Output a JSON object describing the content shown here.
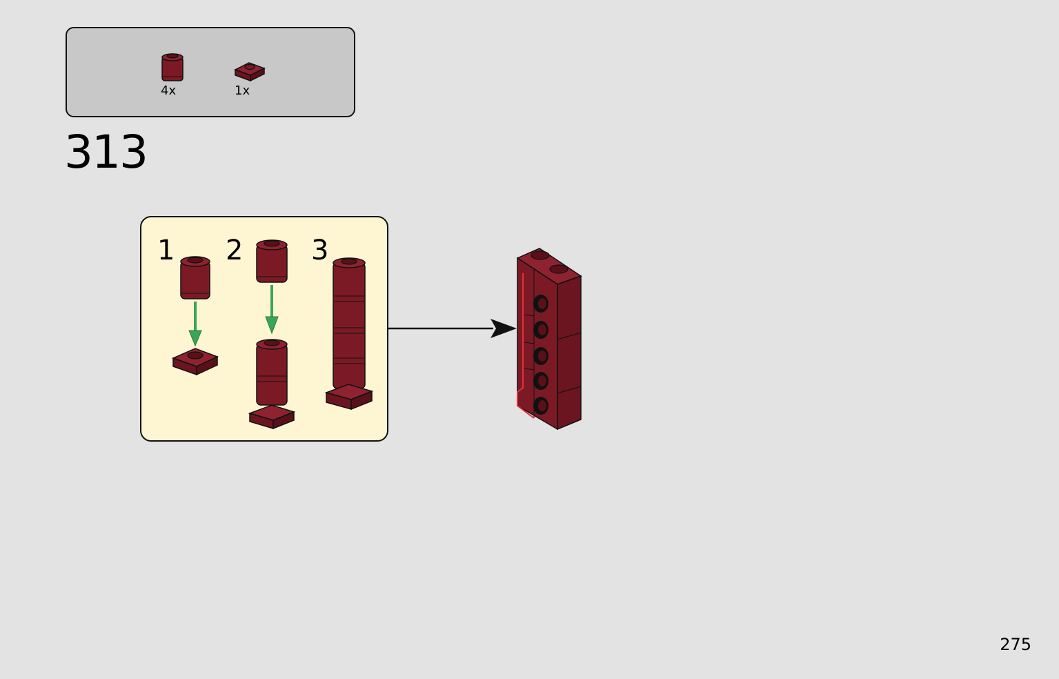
{
  "colors": {
    "background": "#e3e3e3",
    "parts_box": "#c8c8c8",
    "sub_box": "#fef6d2",
    "brick": "#7b1a25",
    "brick_light": "#8e2230",
    "brick_dark": "#5a1018",
    "arrow_green": "#3aa55a",
    "highlight_red": "#e0303a"
  },
  "parts": [
    {
      "name": "round-brick-1x1-icon",
      "qty": "4x"
    },
    {
      "name": "plate-1x1-icon",
      "qty": "1x"
    }
  ],
  "step": {
    "number": "313"
  },
  "substeps": [
    {
      "label": "1"
    },
    {
      "label": "2"
    },
    {
      "label": "3"
    }
  ],
  "page": {
    "number": "275"
  }
}
